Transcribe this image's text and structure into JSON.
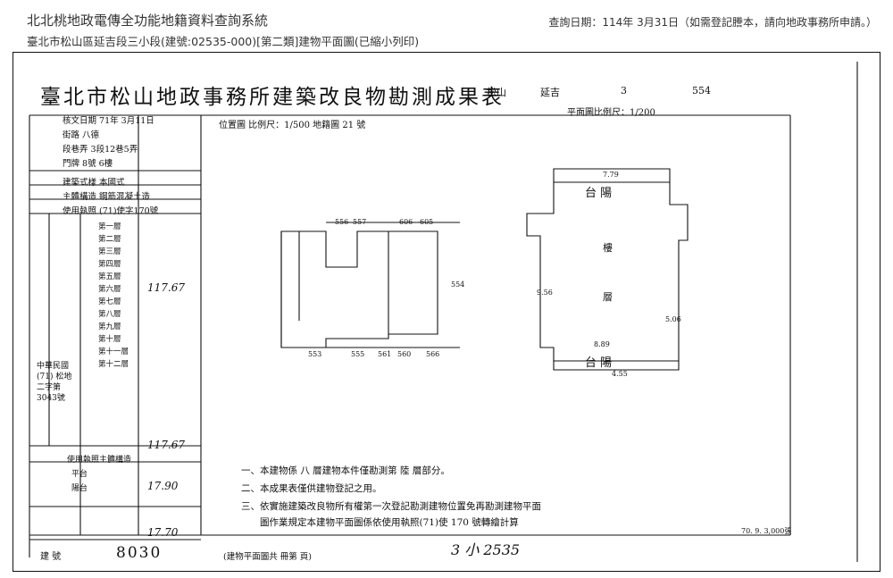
{
  "header": {
    "system_title": "北北桃地政電傳全功能地籍資料查詢系統",
    "address_line": "臺北市松山區延吉段三小段(建號:02535-000)[第二類]建物平面圖(已縮小列印)",
    "query_date": "查詢日期：114年 3月31日（如需登記謄本，請向地政事務所申請。）"
  },
  "document": {
    "heading": "臺北市松山地政事務所建築改良物勘測成果表",
    "district": "松山",
    "section": "延吉",
    "subsection": "3",
    "land_no": "554",
    "location_map_label": "位置圖 比例尺：1/500 地籍圖 21 號",
    "plan_scale_label": "平面圖比例尺：1/200",
    "left_table": {
      "rows": [
        {
          "label": "核文日期",
          "value": "71年 3月11日"
        },
        {
          "label": "街路",
          "value": "八德"
        },
        {
          "label": "段巷弄",
          "value": "3段12巷5弄"
        },
        {
          "label": "門牌",
          "value": "8號 6樓"
        },
        {
          "label": "建築式樣",
          "value": "本國式"
        },
        {
          "label": "主體構造",
          "value": "鋼筋混凝土造"
        },
        {
          "label": "使用執照",
          "value": "(71)使字170號"
        }
      ],
      "floors": [
        "第一層",
        "第二層",
        "第三層",
        "第四層",
        "第五層",
        "第六層",
        "第七層",
        "第八層",
        "第九層",
        "第十層",
        "第十一層",
        "第十二層"
      ],
      "sixth_floor_area": "117.67",
      "total_area": "117.67",
      "annex_area": "17.90",
      "annex_total": "17.70",
      "attachment_header": "使用執照主體構造",
      "attachment_items": [
        "平台",
        "陽台"
      ],
      "side_note": "中華民國(71) 松地二字第3043號",
      "building_no_label": "建 號",
      "building_no": "8030",
      "footer_note": "(建物平面圖共 冊第 頁)",
      "footer_handwritten": "3 小 2535"
    },
    "notes": [
      "一、本建物係 八 層建物本件僅勘測第 陸 層部分。",
      "二、本成果表僅供建物登記之用。",
      "三、依實施建築改良物所有權第一次登記勘測建物位置免再勘測建物平面",
      "　　圖作業規定本建物平面圖係依使用執照(71)使 170 號轉繪計算"
    ],
    "print_code": "70. 9. 3,000張",
    "plan_labels": {
      "balcony_top": "台 陽",
      "balcony_bottom": "台 陽",
      "room_1": "樓",
      "room_2": "層",
      "dim_top": "7.79",
      "dim_bottom": "8.89",
      "dim_bottom2": "4.55",
      "dim_left": "9.56",
      "dim_right": "5.06"
    },
    "lot_labels": [
      "556",
      "557",
      "606",
      "605",
      "554",
      "553",
      "555",
      "561",
      "560",
      "566"
    ]
  }
}
